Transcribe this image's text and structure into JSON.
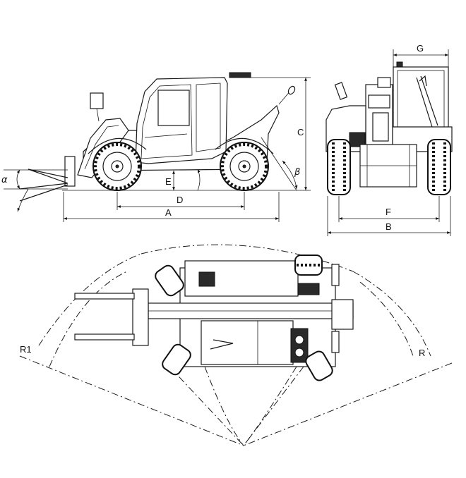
{
  "labels": {
    "A": "A",
    "B": "B",
    "C": "C",
    "D": "D",
    "E": "E",
    "F": "F",
    "G": "G",
    "R": "R",
    "R1": "R1",
    "alpha": "α",
    "beta": "β"
  }
}
